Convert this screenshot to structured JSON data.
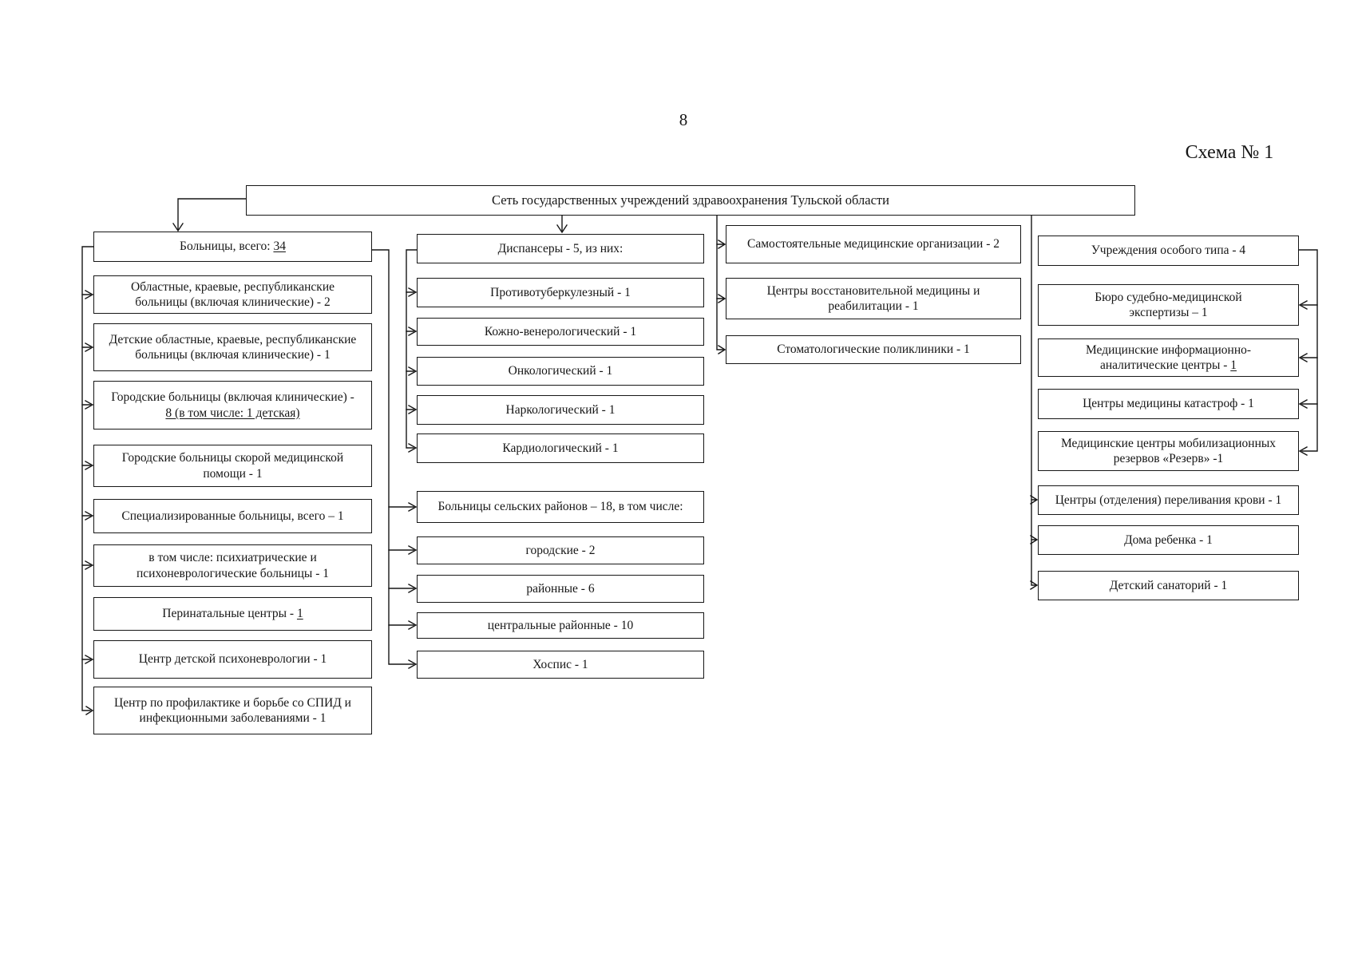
{
  "ink_color": "#161616",
  "page_number": "8",
  "schema_label": "Схема № 1",
  "title": "Сеть государственных учреждений здравоохранения Тульской области",
  "hospitals": {
    "header": {
      "text": "Больницы, всего: ",
      "u": "34"
    },
    "items": [
      {
        "text": "Областные, краевые, республиканские больницы (включая клинические) - 2",
        "u": ""
      },
      {
        "text": "Детские областные, краевые, республиканские больницы (включая клинические) - 1",
        "u": ""
      },
      {
        "text": "Городские больницы (включая клинические) - ",
        "u": "8 (в том числе: 1 детская)"
      },
      {
        "text": "Городские больницы скорой медицинской помощи - 1",
        "u": ""
      },
      {
        "text": "Специализированные больницы, всего – 1",
        "u": ""
      },
      {
        "text": "в том числе: психиатрические и психоневрологические больницы - 1",
        "u": ""
      },
      {
        "text": "Перинатальные центры - ",
        "u": "1"
      },
      {
        "text": "Центр детской психоневрологии - 1",
        "u": ""
      },
      {
        "text": "Центр по профилактике и борьбе со СПИД и инфекционными заболеваниями - 1",
        "u": ""
      }
    ]
  },
  "dispensaries": {
    "header": {
      "text": "Диспансеры - 5, из них:",
      "u": ""
    },
    "items": [
      {
        "text": "Противотуберкулезный - 1",
        "u": ""
      },
      {
        "text": "Кожно-венерологический - 1",
        "u": ""
      },
      {
        "text": "Онкологический - 1",
        "u": ""
      },
      {
        "text": "Наркологический - 1",
        "u": ""
      },
      {
        "text": "Кардиологический - 1",
        "u": ""
      }
    ]
  },
  "rural_hospitals": {
    "header": {
      "text": "Больницы сельских районов – 18, в том числе:",
      "u": ""
    },
    "items": [
      {
        "text": "городские - 2",
        "u": ""
      },
      {
        "text": "районные - 6",
        "u": ""
      },
      {
        "text": "центральные районные - 10",
        "u": ""
      },
      {
        "text": "Хоспис - 1",
        "u": ""
      }
    ]
  },
  "independent_orgs": {
    "header": {
      "text": "Самостоятельные медицинские организации - 2",
      "u": ""
    },
    "items": [
      {
        "text": "Центры восстановительной медицины и реабилитации - 1",
        "u": ""
      },
      {
        "text": "Стоматологические поликлиники - 1",
        "u": ""
      }
    ]
  },
  "special_type": {
    "header": {
      "text": "Учреждения особого типа - 4",
      "u": ""
    },
    "right_items": [
      {
        "text": "Бюро судебно-медицинской экспертизы – 1",
        "u": ""
      },
      {
        "text": "Медицинские информационно-аналитические центры - ",
        "u": "1"
      },
      {
        "text": "Центры медицины катастроф - 1",
        "u": ""
      },
      {
        "text": "Медицинские центры мобилизационных резервов «Резерв» -1",
        "u": ""
      }
    ],
    "left_items": [
      {
        "text": "Центры (отделения) переливания крови - 1",
        "u": ""
      },
      {
        "text": "Дома ребенка - 1",
        "u": ""
      },
      {
        "text": "Детский санаторий - 1",
        "u": ""
      }
    ]
  }
}
